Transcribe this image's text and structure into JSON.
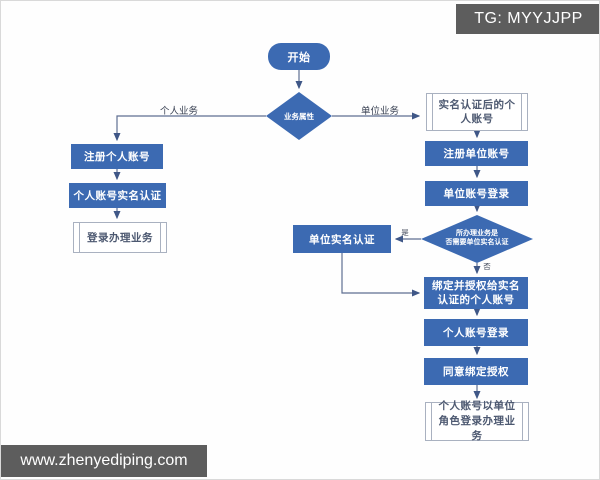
{
  "header": {
    "tg_label": "TG: MYYJJPP"
  },
  "footer": {
    "watermark": "www.zhenyediping.com"
  },
  "colors": {
    "node_blue": "#3c6ab2",
    "connector": "#5f6f92",
    "arrowhead": "#3f5787",
    "subroutine_border": "#a9b1c0",
    "subroutine_text": "#4d5971",
    "overlay_gray": "#5d5d5d"
  },
  "flowchart": {
    "start": "开始",
    "decision_business_type": "业务属性",
    "label_personal_business": "个人业务",
    "label_unit_business": "单位业务",
    "register_personal_account": "注册个人账号",
    "personal_realname_auth": "个人账号实名认证",
    "login_handle_business": "登录办理业务",
    "authed_personal_account": "实名认证后的个人账号",
    "register_unit_account": "注册单位账号",
    "unit_account_login": "单位账号登录",
    "decision_need_unit_auth_line1": "所办理业务是",
    "decision_need_unit_auth_line2": "否需要单位实名认证",
    "label_yes": "是",
    "label_no": "否",
    "unit_realname_auth": "单位实名认证",
    "bind_authorize_to_authed_personal": "绑定并授权给实名认证的个人账号",
    "personal_account_login": "个人账号登录",
    "agree_bind_authorize": "同意绑定授权",
    "final_login_as_unit_role": "个人账号以单位角色登录办理业务"
  }
}
